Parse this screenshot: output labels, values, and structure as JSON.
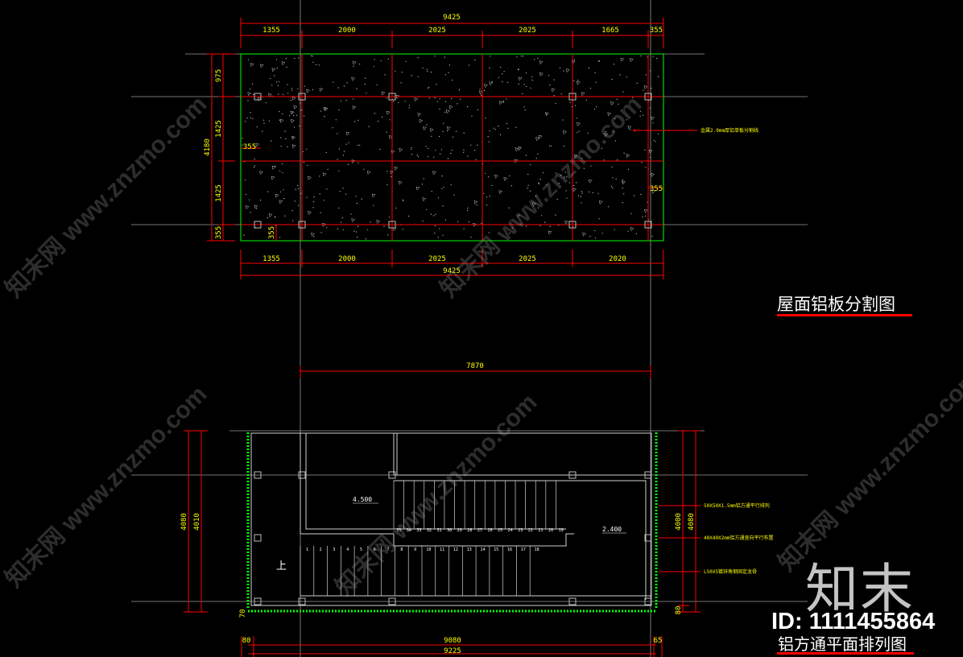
{
  "drawing1": {
    "title": "屋面铝板分割图",
    "top_total": "9425",
    "top_segments": [
      "1355",
      "2000",
      "2025",
      "2025",
      "1665",
      "355"
    ],
    "bottom_segments": [
      "1355",
      "2000",
      "2025",
      "2025",
      "2020"
    ],
    "bottom_total": "9425",
    "left_segments": [
      "975",
      "1425",
      "1425",
      "355"
    ],
    "left_total": "4180",
    "inner_left": "355",
    "inner_bottom": "355",
    "right_dim": "355",
    "note": "金属2.0mm厚铝单板分割线"
  },
  "drawing2": {
    "title": "铝方通平面排列图",
    "top_dim": "7870",
    "left_outer": "4080",
    "left_inner": "4010",
    "right_inner": "4000",
    "right_outer": "4080",
    "bottom_inner": "9080",
    "bottom_total": "9225",
    "bl_small": "80",
    "br_small": "65",
    "left_bottom_small": "70",
    "right_bottom_small": "80",
    "level_upper": "4.500",
    "level_lower": "2.400",
    "stair_up_label": "上",
    "notes": [
      "50X50X1.5mm铝方通平行排列",
      "40X40X2mm铝方通竖向平行布置",
      "L50X5镀锌角钢固定龙骨"
    ],
    "step_numbers_bottom": [
      "1",
      "2",
      "3",
      "4",
      "5",
      "6",
      "7",
      "8",
      "9",
      "10",
      "11",
      "12",
      "13",
      "14",
      "15",
      "16",
      "17",
      "18"
    ],
    "step_numbers_top": [
      "35",
      "34",
      "33",
      "32",
      "31",
      "30",
      "29",
      "28",
      "27",
      "26",
      "25",
      "24",
      "23",
      "22",
      "21",
      "20",
      "19"
    ]
  },
  "watermark": {
    "logo": "知末",
    "id": "ID: 1111455864",
    "url": "知末网 www.znzmo.com"
  },
  "colors": {
    "background": "#000000",
    "dimension": "#ffff00",
    "gridline": "#ff0000",
    "border": "#00ff00"
  }
}
